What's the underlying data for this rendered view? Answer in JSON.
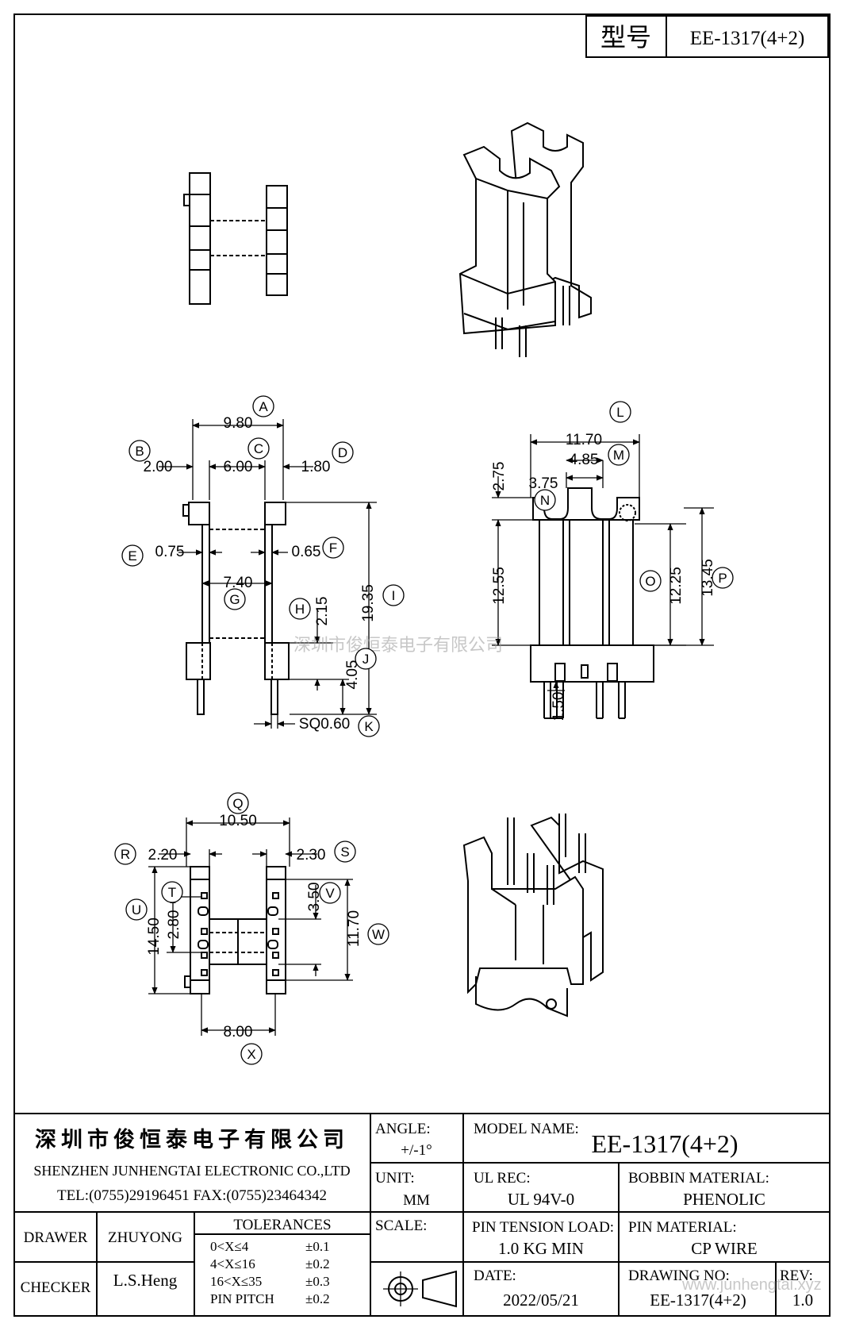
{
  "title_block_top": {
    "model_label": "型号",
    "model_value": "EE-1317(4+2)"
  },
  "dims": {
    "A": "9.80",
    "B": "2.00",
    "C": "6.00",
    "D": "1.80",
    "E": "0.75",
    "F": "0.65",
    "G": "7.40",
    "H": "2.15",
    "I": "19.35",
    "J": "4.05",
    "K": "SQ0.60",
    "L": "11.70",
    "M": "4.85",
    "N": "3.75",
    "O": "12.25",
    "P": "13.45",
    "Q": "10.50",
    "R": "2.20",
    "S": "2.30",
    "T": "2.80",
    "U": "14.50",
    "V": "3.50",
    "W": "11.70",
    "X": "8.00",
    "side_top": "2.75",
    "side_body": "12.55",
    "side_pin": "1.50"
  },
  "labels": [
    "A",
    "B",
    "C",
    "D",
    "E",
    "F",
    "G",
    "H",
    "I",
    "J",
    "K",
    "L",
    "M",
    "N",
    "O",
    "P",
    "Q",
    "R",
    "S",
    "T",
    "U",
    "V",
    "W",
    "X"
  ],
  "watermark": "深圳市俊恒泰电子有限公司",
  "watermark_url": "www.junhengtai.xyz",
  "company": {
    "name_cn": "深圳市俊恒泰电子有限公司",
    "name_en": "SHENZHEN JUNHENGTAI ELECTRONIC CO.,LTD",
    "phone": "TEL:(0755)29196451 FAX:(0755)23464342"
  },
  "people": {
    "drawer_label": "DRAWER",
    "drawer": "ZHUYONG",
    "checker_label": "CHECKER",
    "checker": "L.S.Heng"
  },
  "tolerances": {
    "title": "TOLERANCES",
    "rows": [
      {
        "range": "0<X≤4",
        "value": "±0.1"
      },
      {
        "range": "4<X≤16",
        "value": "±0.2"
      },
      {
        "range": "16<X≤35",
        "value": "±0.3"
      },
      {
        "range": "PIN PITCH",
        "value": "±0.2"
      }
    ]
  },
  "angle": {
    "label": "ANGLE:",
    "value": "+/-1°"
  },
  "unit": {
    "label": "UNIT:",
    "value": "MM"
  },
  "scale": {
    "label": "SCALE:"
  },
  "model_name": {
    "label": "MODEL NAME:",
    "value": "EE-1317(4+2)"
  },
  "ul_rec": {
    "label": "UL REC:",
    "value": "UL 94V-0"
  },
  "bobbin_material": {
    "label": "BOBBIN MATERIAL:",
    "value": "PHENOLIC"
  },
  "pin_tension": {
    "label": "PIN TENSION LOAD:",
    "value": "1.0 KG MIN"
  },
  "pin_material": {
    "label": "PIN MATERIAL:",
    "value": "CP WIRE"
  },
  "date": {
    "label": "DATE:",
    "value": "2022/05/21"
  },
  "drawing_no": {
    "label": "DRAWING NO:",
    "value": "EE-1317(4+2)"
  },
  "rev": {
    "label": "REV:",
    "value": "1.0"
  }
}
